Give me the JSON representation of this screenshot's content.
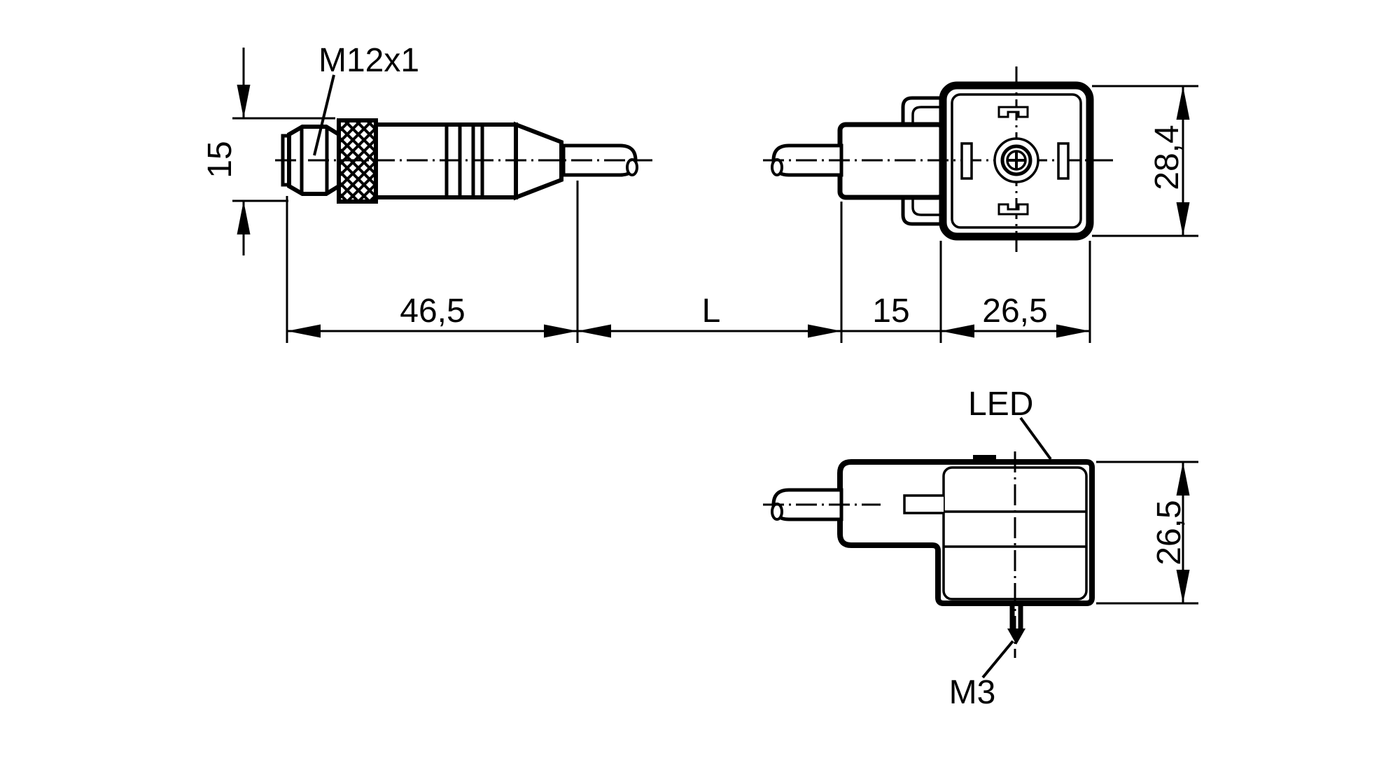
{
  "diagram": {
    "description": "Dimensional drawing of cable with M12 connector and valve plug",
    "colors": {
      "line": "#000000",
      "background": "#ffffff"
    },
    "m12_view": {
      "thread_label": "M12x1",
      "height_dim": "15"
    },
    "dimension_chain": {
      "connector_length": "46,5",
      "cable_length": "L",
      "gland_length": "15",
      "face_width": "26,5"
    },
    "valve_front_view": {
      "height_dim": "28,4"
    },
    "valve_side_view": {
      "led_label": "LED",
      "screw_label": "M3",
      "height_dim": "26,5"
    }
  }
}
